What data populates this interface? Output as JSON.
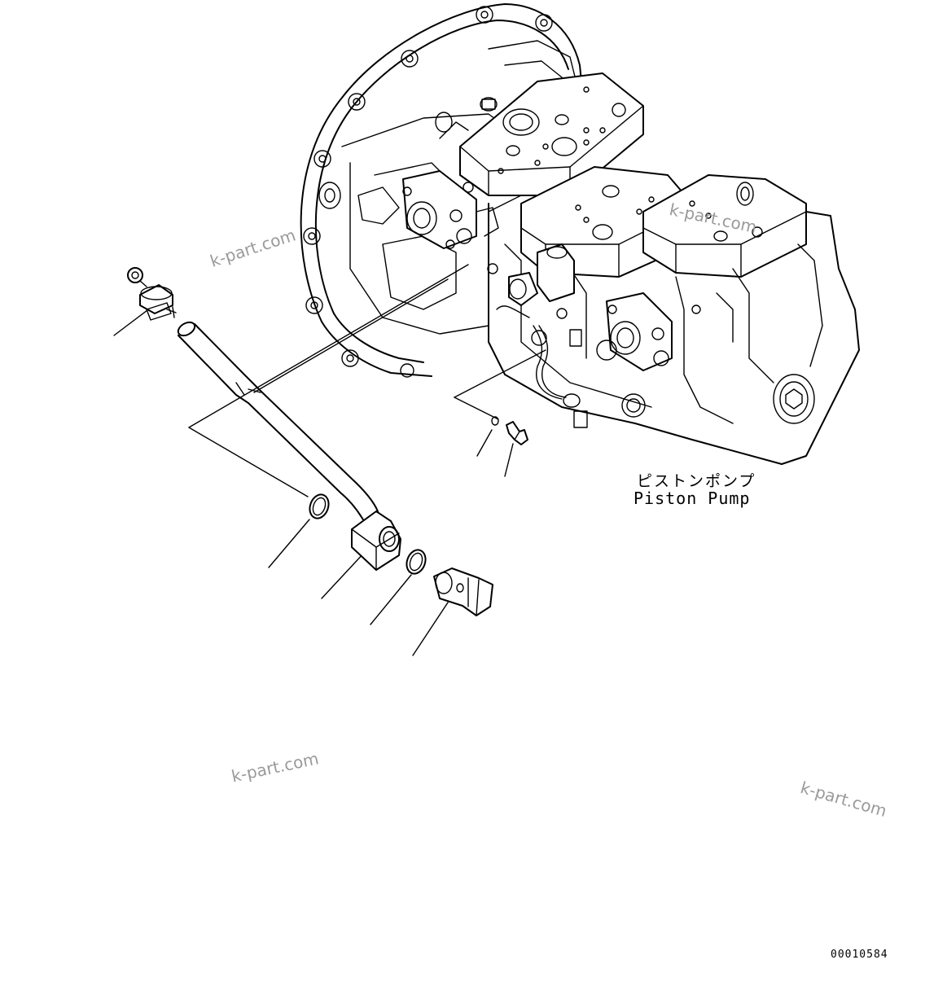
{
  "labels": {
    "pump_japanese": "ピストンポンプ",
    "pump_english": "Piston Pump",
    "drawing_number": "00010584"
  },
  "watermarks": [
    "k-part.com",
    "k-part.com",
    "k-part.com",
    "k-part.com"
  ],
  "colors": {
    "line": "#000000",
    "background": "#ffffff",
    "watermark": "#9a9a9a"
  }
}
